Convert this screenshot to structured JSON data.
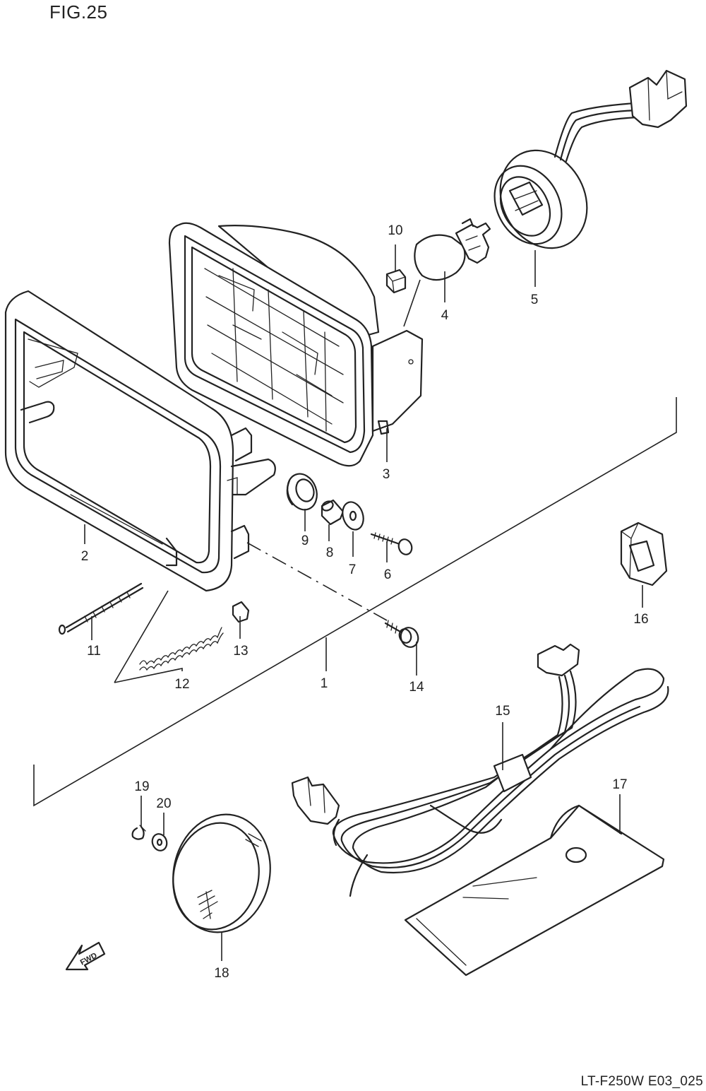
{
  "figure": {
    "title": "FIG.25",
    "code": "LT-F250W E03_025",
    "direction_label": "FWD"
  },
  "callouts": [
    {
      "id": "1",
      "label": "1"
    },
    {
      "id": "2",
      "label": "2"
    },
    {
      "id": "3",
      "label": "3"
    },
    {
      "id": "4",
      "label": "4"
    },
    {
      "id": "5",
      "label": "5"
    },
    {
      "id": "6",
      "label": "6"
    },
    {
      "id": "7",
      "label": "7"
    },
    {
      "id": "8",
      "label": "8"
    },
    {
      "id": "9",
      "label": "9"
    },
    {
      "id": "10",
      "label": "10"
    },
    {
      "id": "11",
      "label": "11"
    },
    {
      "id": "12",
      "label": "12"
    },
    {
      "id": "13",
      "label": "13"
    },
    {
      "id": "14",
      "label": "14"
    },
    {
      "id": "15",
      "label": "15"
    },
    {
      "id": "16",
      "label": "16"
    },
    {
      "id": "17",
      "label": "17"
    },
    {
      "id": "18",
      "label": "18"
    },
    {
      "id": "19",
      "label": "19"
    },
    {
      "id": "20",
      "label": "20"
    }
  ],
  "icons": {
    "fwd_arrow": "fwd-arrow-icon"
  }
}
